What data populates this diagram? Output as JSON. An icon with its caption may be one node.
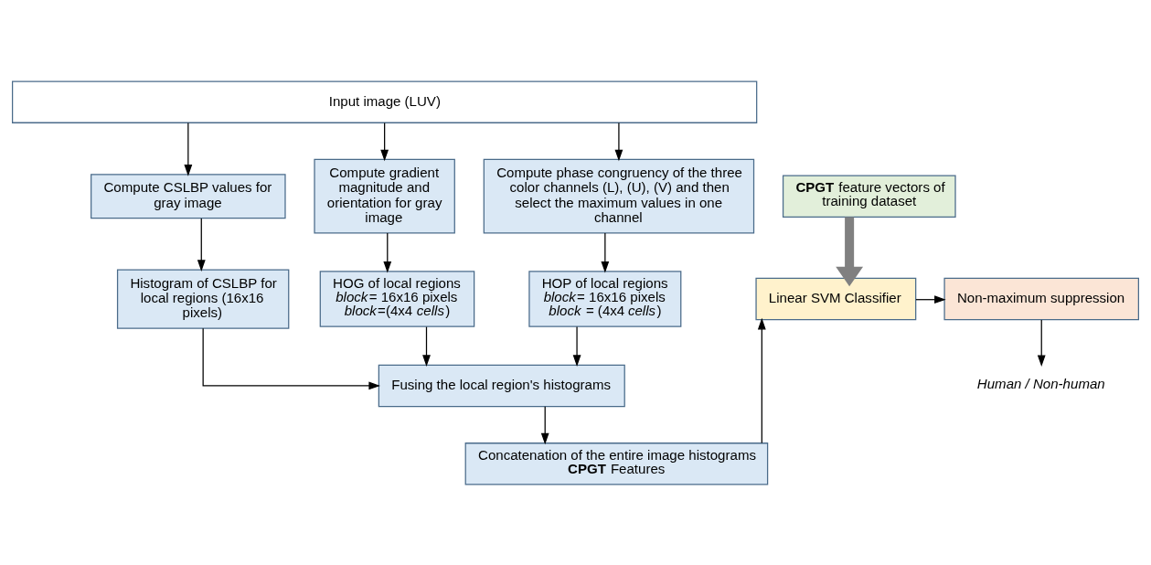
{
  "diagram": {
    "nodes": [
      {
        "text": [
          "Input image (LUV)"
        ]
      },
      {
        "text": [
          "Compute CSLBP values for gray image"
        ]
      },
      {
        "text": [
          "Compute gradient magnitude and orientation for gray image"
        ]
      },
      {
        "text": [
          "Compute phase congruency of the three color channels (L), (U), (V) and then select the maximum values in one channel"
        ]
      },
      {
        "text": [
          "**CPGT** feature vectors of training dataset"
        ]
      },
      {
        "text": [
          "Histogram of CSLBP for local regions (16x16 pixels)"
        ]
      },
      {
        "text": [
          "HOG of local regions",
          "*block*= 16x16 pixels",
          "*block*=(4x4 *cells*)"
        ]
      },
      {
        "text": [
          "HOP of local regions",
          "*block*= 16x16 pixels",
          "*block* = (4x4 *cells*)"
        ]
      },
      {
        "text": [
          "Linear SVM Classifier"
        ]
      },
      {
        "text": [
          "Non-maximum suppression"
        ]
      },
      {
        "text": [
          "Fusing the local region's histograms"
        ]
      },
      {
        "text": [
          "Concatenation of the entire image histograms",
          "**CPGT** Features"
        ]
      },
      {
        "text": [
          "Human / Non-human"
        ]
      }
    ],
    "edges": [
      {
        "from": 0,
        "to": 1,
        "arrow": "to"
      },
      {
        "from": 0,
        "to": 2,
        "arrow": "to"
      },
      {
        "from": 0,
        "to": 3,
        "arrow": "to"
      },
      {
        "from": 1,
        "to": 5,
        "arrow": "to"
      },
      {
        "from": 2,
        "to": 6,
        "arrow": "to"
      },
      {
        "from": 3,
        "to": 7,
        "arrow": "to"
      },
      {
        "from": 5,
        "to": 10,
        "arrow": "to"
      },
      {
        "from": 6,
        "to": 10,
        "arrow": "to"
      },
      {
        "from": 7,
        "to": 10,
        "arrow": "to"
      },
      {
        "from": 10,
        "to": 11,
        "arrow": "to"
      },
      {
        "from": 11,
        "to": 8,
        "arrow": "to"
      },
      {
        "from": 4,
        "to": 8,
        "arrow": "to",
        "style": "thick",
        "color": "#808080"
      },
      {
        "from": 8,
        "to": 9,
        "arrow": "to"
      },
      {
        "from": 9,
        "to": 12,
        "arrow": "to"
      }
    ]
  }
}
